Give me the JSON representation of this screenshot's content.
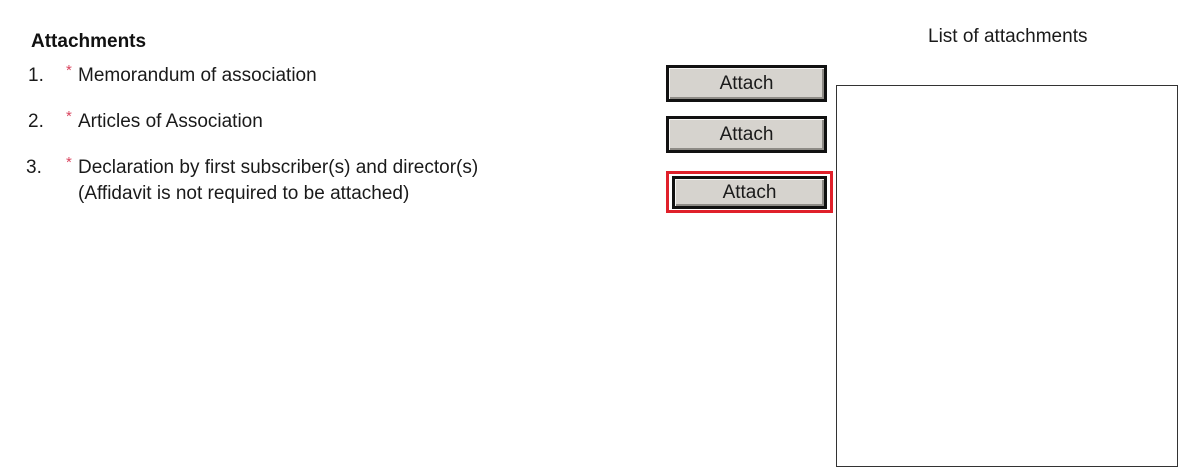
{
  "attachments": {
    "title": "Attachments",
    "required_marker": "*",
    "items": [
      {
        "number": "1.",
        "label": "Memorandum of association",
        "required": true,
        "button_label": "Attach"
      },
      {
        "number": "2.",
        "label": "Articles of Association",
        "required": true,
        "button_label": "Attach"
      },
      {
        "number": "3.",
        "label": "Declaration by first subscriber(s) and director(s)",
        "sublabel": "(Affidavit is not required to be attached)",
        "required": true,
        "button_label": "Attach",
        "highlighted": true
      }
    ]
  },
  "list_panel": {
    "title": "List of attachments",
    "entries": []
  },
  "colors": {
    "required_marker": "#d9455f",
    "button_face": "#d6d3ce",
    "button_border": "#111111",
    "highlight": "#e0202a"
  }
}
